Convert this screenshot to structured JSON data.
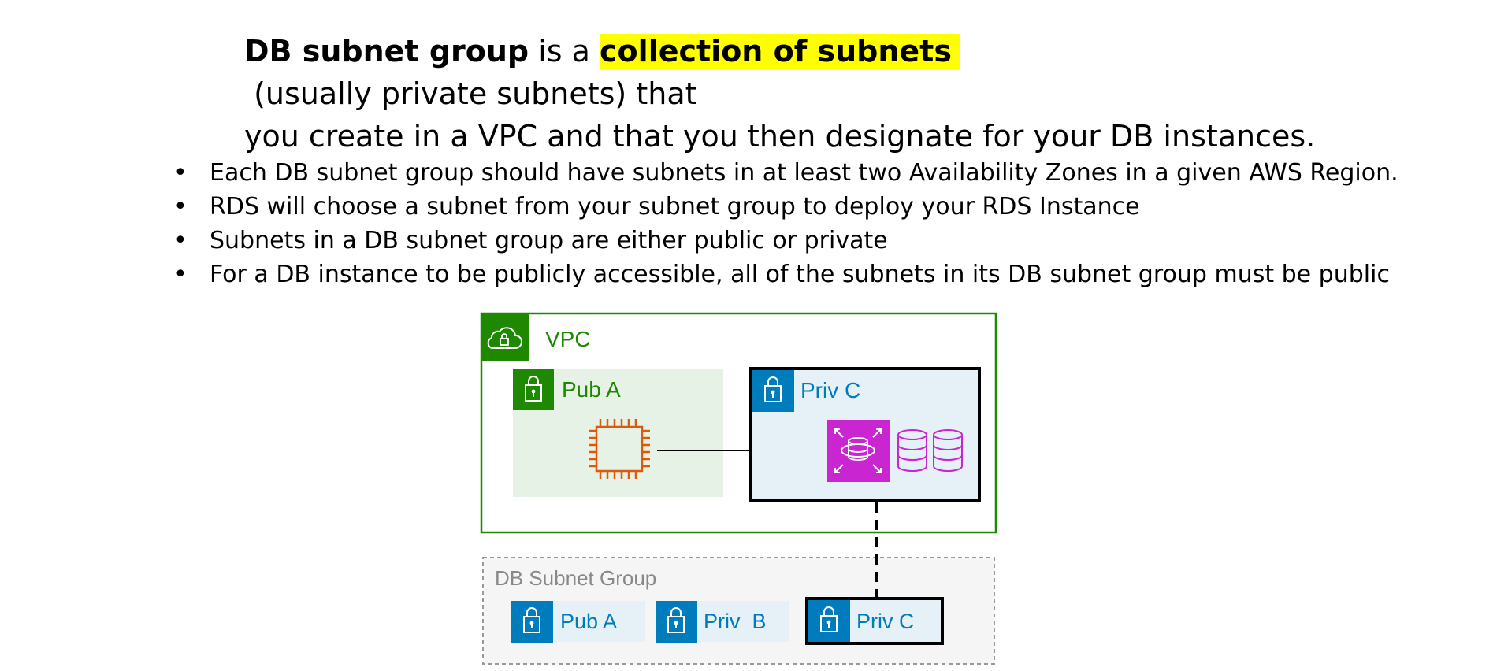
{
  "heading": {
    "part1_bold": "DB subnet group",
    "part2": " is a ",
    "part3_highlight": "collection of subnets",
    "part4": " (usually private subnets) that",
    "line2": "you create in a VPC and that you then designate for your DB instances."
  },
  "bullets": [
    "Each DB subnet group should have subnets in at least two Availability Zones in a given AWS Region.",
    "RDS will choose a subnet from your subnet group to deploy your RDS Instance",
    "Subnets in a DB subnet group are either public or private",
    "For a DB instance to be publicly accessible, all of the subnets in its DB subnet group must be public"
  ],
  "bullet_symbol": "•",
  "diagram": {
    "vpc_label": "VPC",
    "pub_a_label": "Pub A",
    "priv_c_label": "Priv C",
    "group_label": "DB Subnet Group",
    "group_subnets": [
      "Pub A",
      "Priv  B",
      "Priv C"
    ],
    "icons": [
      "vpc-cloud-icon",
      "lock-icon",
      "ec2-chip-icon",
      "rds-icon",
      "database-icon"
    ]
  },
  "colors": {
    "vpc_green": "#1e8900",
    "public_subnet_bg": "#e6f2e6",
    "private_blue": "#007cbc",
    "private_subnet_bg": "#e5f1f7",
    "rds_magenta": "#c925d1",
    "ec2_orange": "#dd5a0b",
    "group_bg": "#f5f5f5",
    "group_border": "#999999",
    "highlight": "#ffff00"
  }
}
